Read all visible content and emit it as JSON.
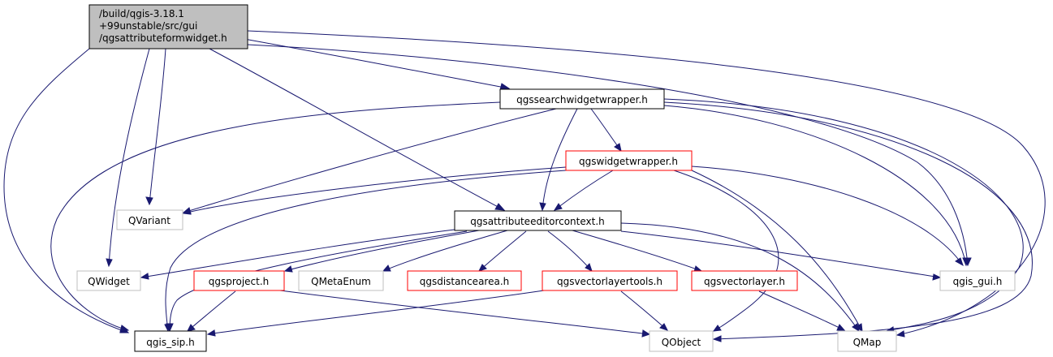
{
  "colors": {
    "edge": "#191970",
    "root_fill": "#bfbfbf",
    "border_normal": "#000000",
    "border_red": "#ff0000",
    "border_gray": "#bfbfbf",
    "text": "#000000"
  },
  "nodes": {
    "root": {
      "lines": [
        "/build/qgis-3.18.1",
        "+99unstable/src/gui",
        "/qgsattributeformwidget.h"
      ]
    },
    "qgssearchwidgetwrapper": {
      "label": "qgssearchwidgetwrapper.h"
    },
    "qgswidgetwrapper": {
      "label": "qgswidgetwrapper.h"
    },
    "qvariant": {
      "label": "QVariant"
    },
    "qgsattributeeditorcontext": {
      "label": "qgsattributeeditorcontext.h"
    },
    "qwidget": {
      "label": "QWidget"
    },
    "qgsproject": {
      "label": "qgsproject.h"
    },
    "qmetaenum": {
      "label": "QMetaEnum"
    },
    "qgsdistancearea": {
      "label": "qgsdistancearea.h"
    },
    "qgsvectorlayertools": {
      "label": "qgsvectorlayertools.h"
    },
    "qgsvectorlayer": {
      "label": "qgsvectorlayer.h"
    },
    "qgis_gui": {
      "label": "qgis_gui.h"
    },
    "qgis_sip": {
      "label": "qgis_sip.h"
    },
    "qobject": {
      "label": "QObject"
    },
    "qmap": {
      "label": "QMap"
    }
  }
}
